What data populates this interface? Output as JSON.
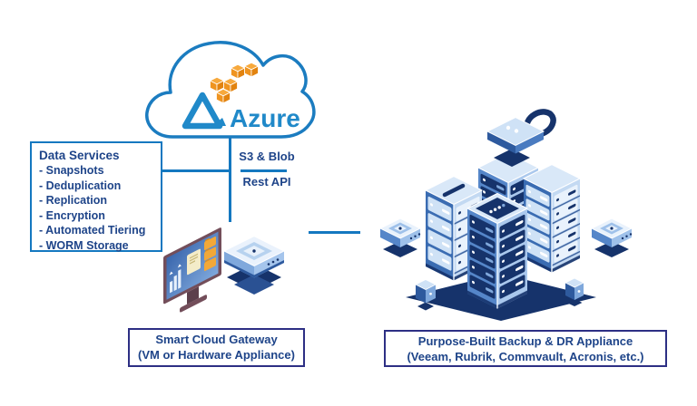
{
  "cloud": {
    "azure_label": "Azure"
  },
  "data_services": {
    "title": "Data Services",
    "items": [
      "- Snapshots",
      "- Deduplication",
      "- Replication",
      "- Encryption",
      "- Automated Tiering",
      "- WORM Storage"
    ]
  },
  "api": {
    "top_label": "S3 & Blob",
    "bottom_label": "Rest API"
  },
  "gateway_label": {
    "line1": "Smart Cloud Gateway",
    "line2": "(VM or Hardware Appliance)"
  },
  "appliance_label": {
    "line1": "Purpose-Built Backup & DR Appliance",
    "line2": "(Veeam, Rubrik, Commvault, Acronis, etc.)"
  },
  "colors": {
    "connector_blue": "#1478c0",
    "text_navy": "#1e4489",
    "label_border_indigo": "#2d2f84",
    "azure_blue": "#2089c9",
    "aws_orange": "#f0931f"
  }
}
